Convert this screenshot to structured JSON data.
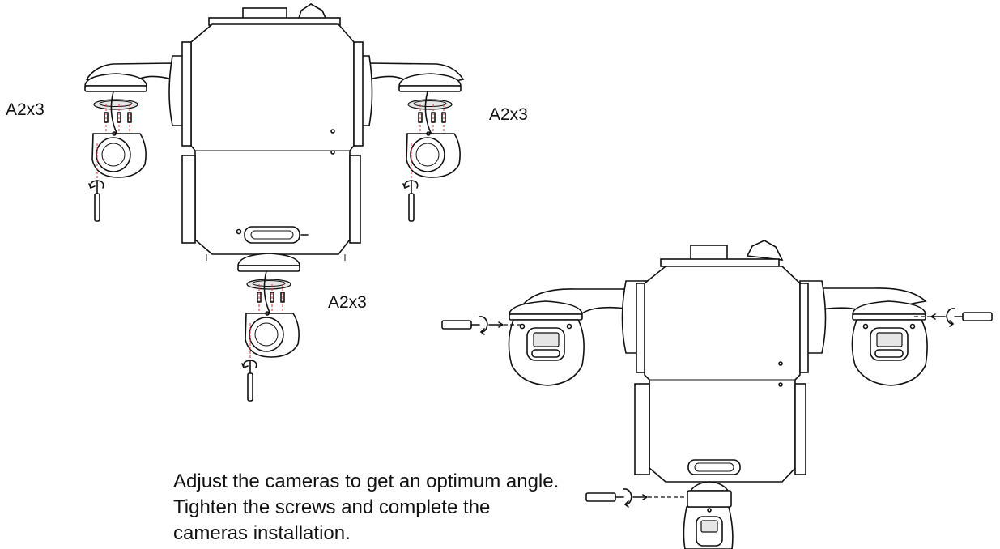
{
  "labels": {
    "screws_left": "A2x3",
    "screws_right": "A2x3",
    "screws_bottom": "A2x3"
  },
  "instructions": [
    "Adjust the cameras to get an optimum angle.",
    "Tighten the screws and complete the",
    "cameras installation."
  ],
  "icons": [
    "enclosure-drawing",
    "dome-camera-icon",
    "screwdriver-icon",
    "rotate-arrow-icon",
    "screw-icon"
  ]
}
